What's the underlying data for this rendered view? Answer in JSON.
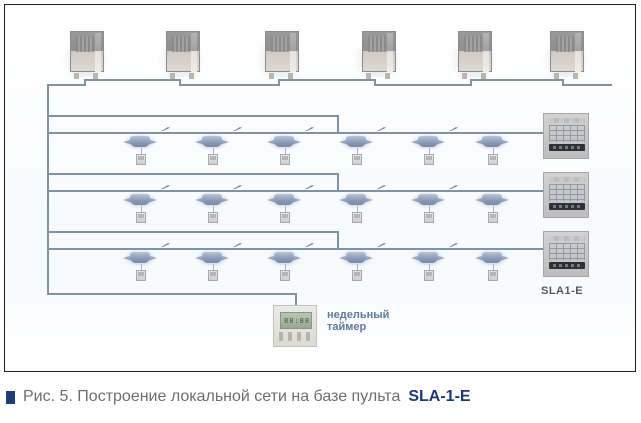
{
  "figure": {
    "caption_bullet": "■",
    "caption_text": "Рис. 5. Построение локальной сети на базе пульта",
    "caption_model": "SLA-1-E"
  },
  "diagram": {
    "outdoor_units": [
      {
        "name": "outdoor-unit-1"
      },
      {
        "name": "outdoor-unit-2"
      },
      {
        "name": "outdoor-unit-3"
      },
      {
        "name": "outdoor-unit-4"
      },
      {
        "name": "outdoor-unit-5"
      },
      {
        "name": "outdoor-unit-6"
      }
    ],
    "indoor_rows": [
      {
        "row": 1,
        "count": 6
      },
      {
        "row": 2,
        "count": 6
      },
      {
        "row": 3,
        "count": 6
      }
    ],
    "controllers": {
      "label": "SLA1-E",
      "display_text": "■■■■■",
      "count": 3
    },
    "timer": {
      "label_line1": "недельный",
      "label_line2": "таймер",
      "screen_text": "88:88"
    },
    "colors": {
      "wire": "#7d93a6",
      "caption_text": "#6d6e71",
      "caption_model": "#1b3a73",
      "bullet": "#1f3d7a",
      "timer_label": "#5f7a9c",
      "controller_label": "#53585e"
    }
  }
}
